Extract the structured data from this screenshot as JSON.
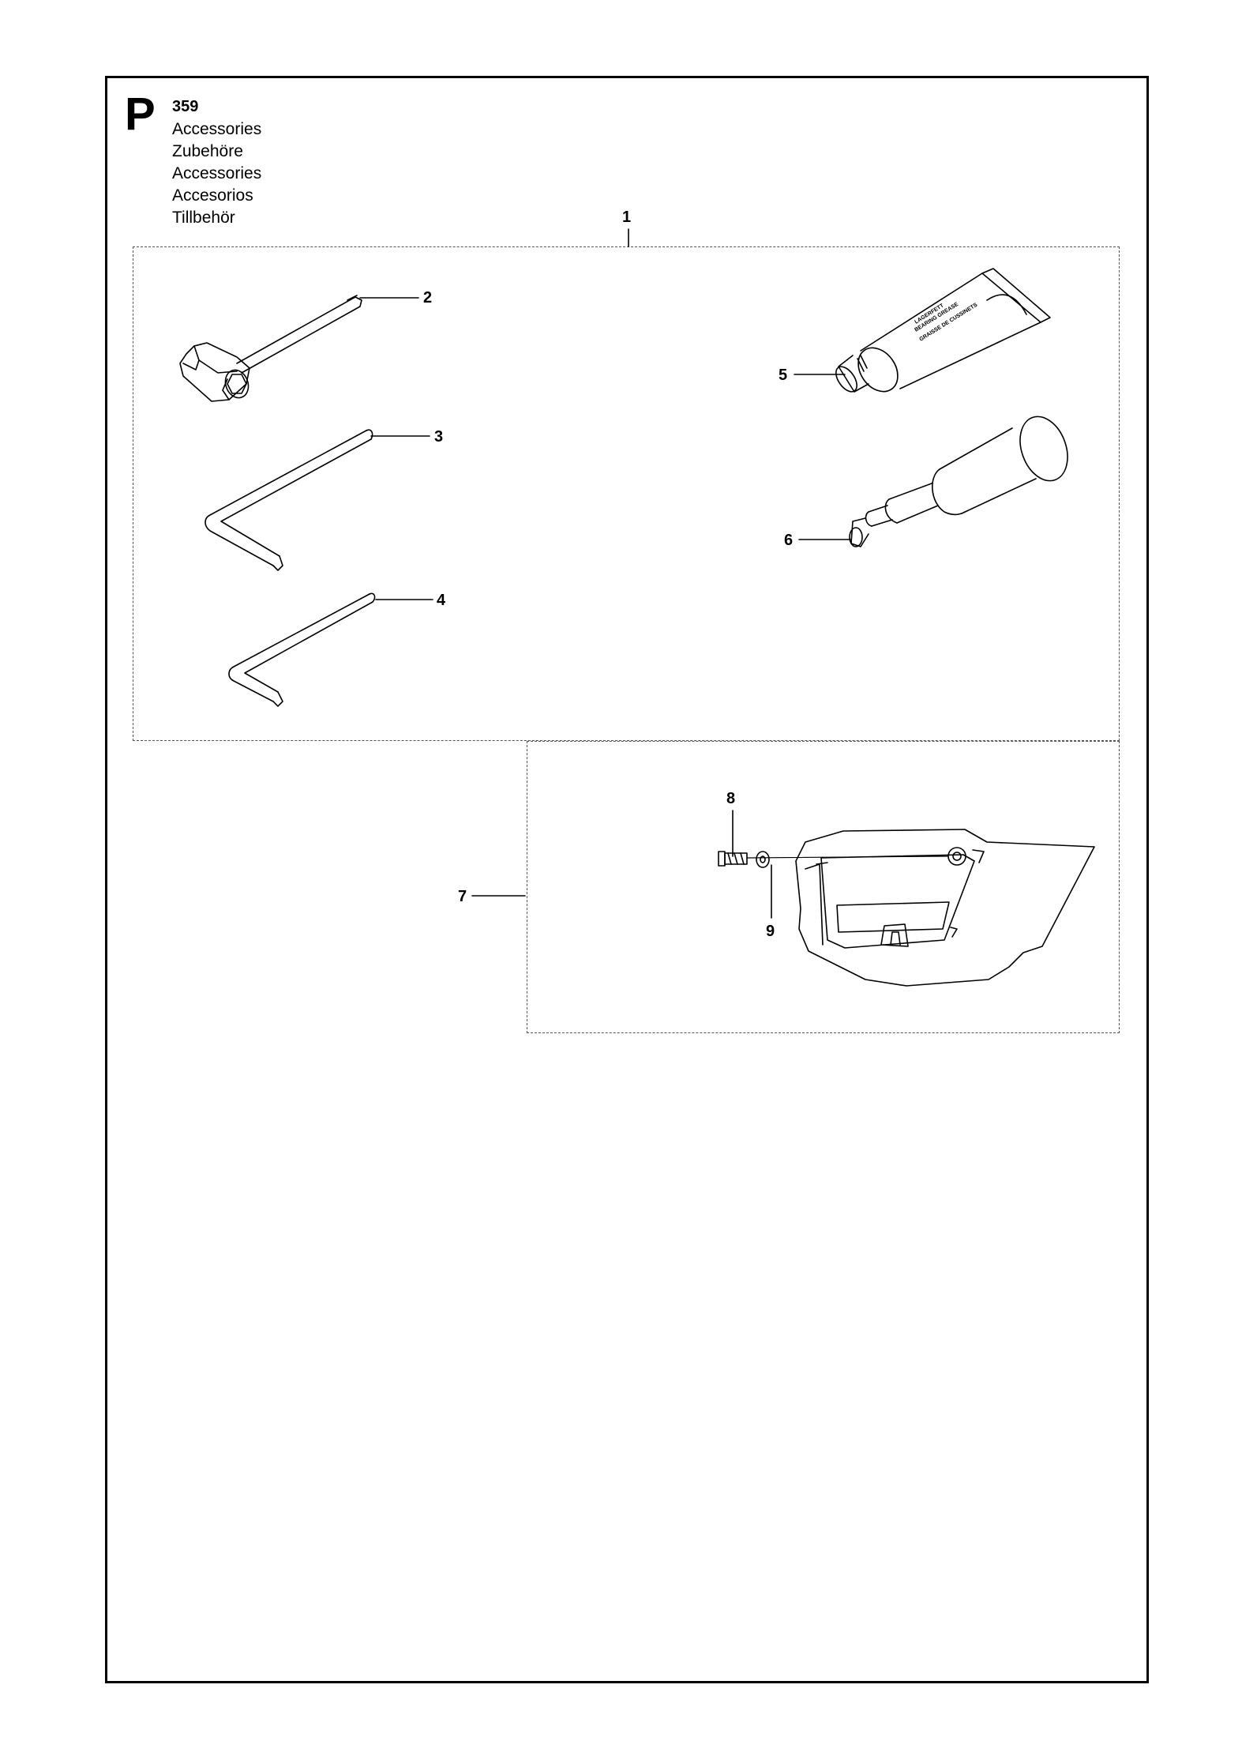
{
  "header": {
    "section_letter": "P",
    "model": "359",
    "titles": [
      "Accessories",
      "Zubehöre",
      "Accessories",
      "Accesorios",
      "Tillbehör"
    ]
  },
  "callouts": [
    "1",
    "2",
    "3",
    "4",
    "5",
    "6",
    "7",
    "8",
    "9"
  ],
  "tube_print": [
    "LAGERFETT",
    "BEARING GREASE",
    "GRAISSE DE CUSSINETS"
  ]
}
